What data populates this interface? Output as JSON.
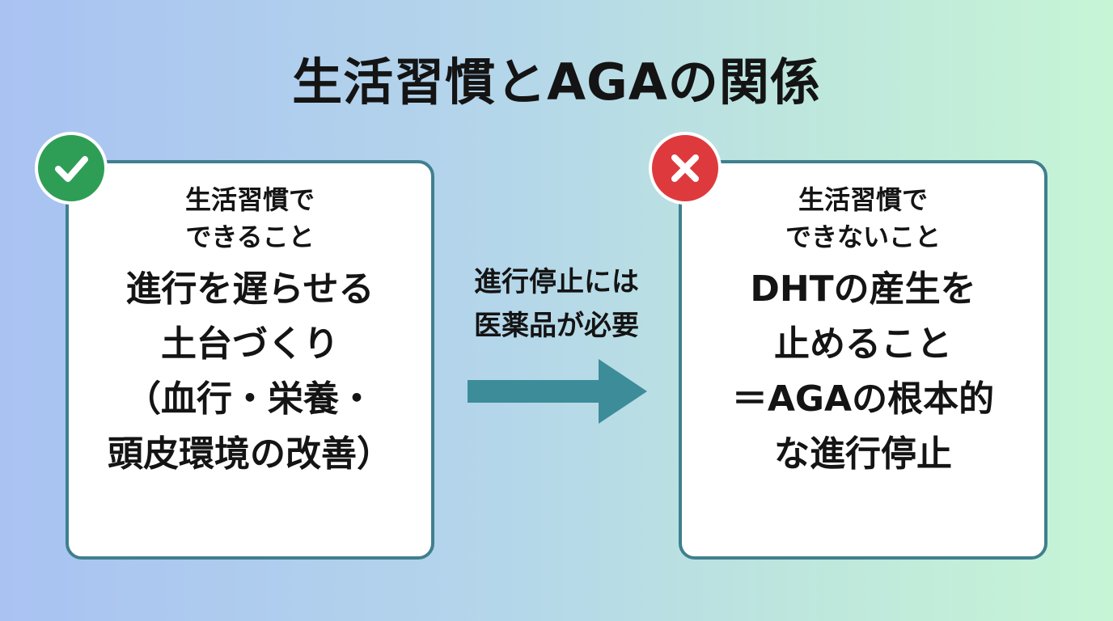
{
  "title": "生活習慣とAGAの関係",
  "left_card": {
    "subtitle_lines": [
      "生活習慣で",
      "できること"
    ],
    "main_lines": [
      "進行を遅らせる",
      "土台づくり",
      "（血行・栄養・",
      "頭皮環境の改善）"
    ],
    "badge_icon": "check-icon"
  },
  "right_card": {
    "subtitle_lines": [
      "生活習慣で",
      "できないこと"
    ],
    "main_lines": [
      "DHTの産生を",
      "止めること",
      "＝AGAの根本的",
      "な進行停止"
    ],
    "badge_icon": "cross-icon"
  },
  "middle": {
    "lines": [
      "進行停止には",
      "医薬品が必要"
    ],
    "arrow_icon": "arrow-right-icon"
  },
  "colors": {
    "card_border": "#3f7f8f",
    "check_badge": "#2e9e57",
    "cross_badge": "#de3a3d",
    "arrow": "#3d8c99"
  }
}
